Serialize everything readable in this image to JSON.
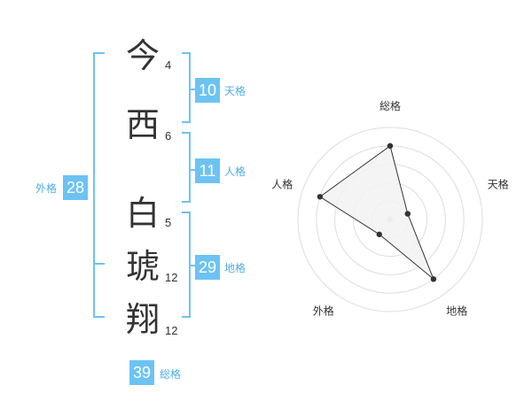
{
  "name": {
    "chars": [
      {
        "char": "今",
        "strokes": "4"
      },
      {
        "char": "西",
        "strokes": "6"
      },
      {
        "char": "白",
        "strokes": "5"
      },
      {
        "char": "琥",
        "strokes": "12"
      },
      {
        "char": "翔",
        "strokes": "12"
      }
    ]
  },
  "kakusuu": {
    "tenkaku": {
      "value": "10",
      "label": "天格"
    },
    "jinkaku": {
      "value": "11",
      "label": "人格"
    },
    "chikaku": {
      "value": "29",
      "label": "地格"
    },
    "gaikaku": {
      "value": "28",
      "label": "外格"
    },
    "soukaku": {
      "value": "39",
      "label": "総格"
    }
  },
  "colors": {
    "accent": "#6cc3f3",
    "bracket": "#6cc3f3",
    "label": "#4eaee6"
  },
  "chart_data": {
    "type": "radar",
    "axes": [
      "総格",
      "天格",
      "地格",
      "外格",
      "人格"
    ],
    "values": [
      4,
      1,
      4,
      1,
      4
    ],
    "range": [
      0,
      5
    ],
    "rings": 5
  }
}
